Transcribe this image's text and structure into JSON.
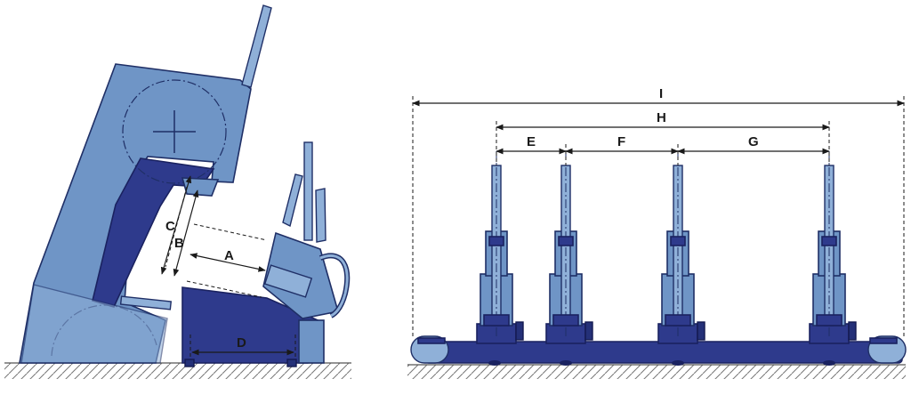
{
  "side_view": {
    "labels": {
      "a": "A",
      "b": "B",
      "c": "C",
      "d": "D"
    }
  },
  "front_view": {
    "labels": {
      "e": "E",
      "f": "F",
      "g": "G",
      "h": "H",
      "i": "I"
    }
  },
  "colors": {
    "machine_mid": "#6f95c6",
    "machine_light": "#8fb0d8",
    "machine_dark": "#2e3a8c",
    "outline": "#1f2f66"
  }
}
